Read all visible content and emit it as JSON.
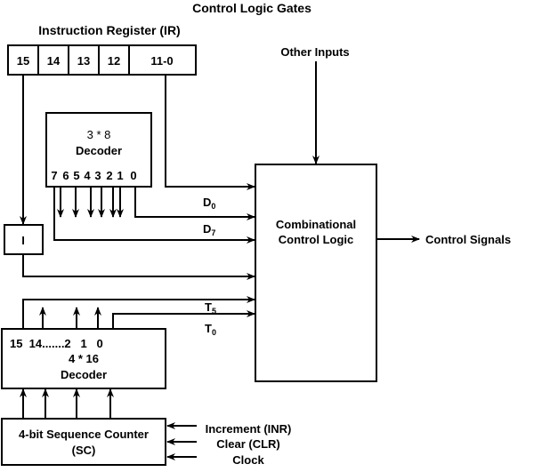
{
  "title": "Control Logic Gates",
  "instruction_register": {
    "label": "Instruction Register (IR)",
    "cells": [
      "15",
      "14",
      "13",
      "12",
      "11-0"
    ]
  },
  "decoder_3x8": {
    "title": "3 * 8",
    "subtitle": "Decoder",
    "outputs": [
      "7",
      "6",
      "5",
      "4",
      "3",
      "2",
      "1",
      "0"
    ]
  },
  "i_flipflop": {
    "label": "I"
  },
  "signals": {
    "d0": {
      "base": "D",
      "sub": "0"
    },
    "d7": {
      "base": "D",
      "sub": "7"
    },
    "t5": {
      "base": "T",
      "sub": "5"
    },
    "t0": {
      "base": "T",
      "sub": "0"
    }
  },
  "other_inputs": {
    "label": "Other Inputs"
  },
  "combinational": {
    "line1": "Combinational",
    "line2": "Control Logic"
  },
  "control_signals": {
    "label": "Control Signals"
  },
  "decoder_4x16": {
    "outputs_label": "15  14.......2   1   0",
    "title": "4 * 16",
    "subtitle": "Decoder"
  },
  "sequence_counter": {
    "line1": "4-bit Sequence Counter",
    "line2": "(SC)",
    "inputs": [
      "Increment (INR)",
      "Clear (CLR)",
      "Clock"
    ]
  },
  "colors": {
    "stroke": "#000000",
    "background": "#ffffff"
  }
}
